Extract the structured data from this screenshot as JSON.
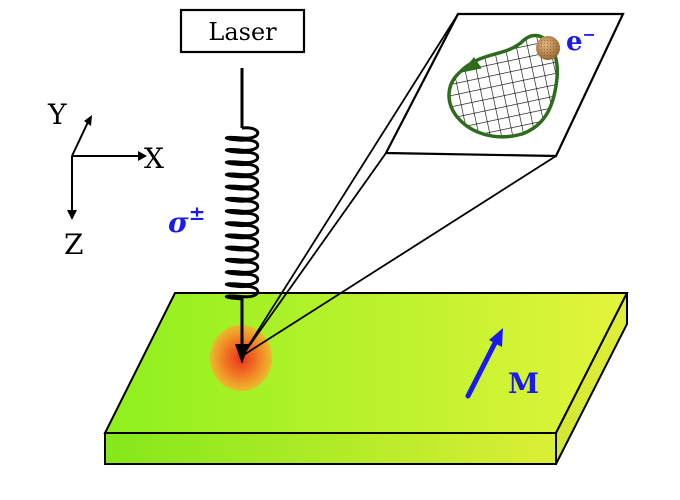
{
  "laser_label": "Laser",
  "axes": {
    "x": "X",
    "y": "Y",
    "z": "Z"
  },
  "polarization": {
    "symbol": "σ",
    "superscript": "±"
  },
  "magnetization_label": "M",
  "electron": {
    "symbol": "e",
    "superscript": "−"
  },
  "colors": {
    "accent_blue": "#1a1aee",
    "orbit_green": "#2e6b1c",
    "slab_left": "#8ef01e",
    "slab_right": "#e4f43a",
    "spot_center": "#e8321e",
    "spot_edge": "#f7a82a",
    "electron": "#b8834a"
  },
  "icons": [
    "laser-beam-helix-icon",
    "magnetization-arrow-icon",
    "electron-icon",
    "orbit-direction-arrow-icon"
  ]
}
